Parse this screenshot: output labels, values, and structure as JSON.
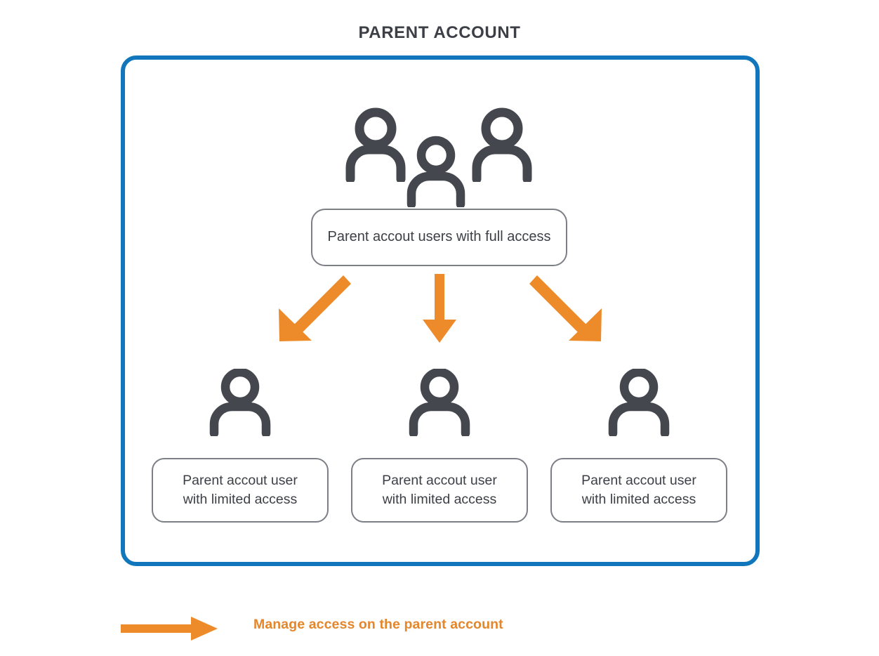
{
  "page": {
    "title": "PARENT ACCOUNT",
    "background": "#ffffff"
  },
  "colors": {
    "container_border": "#1176bb",
    "box_border": "#7c7f86",
    "text": "#3c3f45",
    "icon": "#44474e",
    "arrow": "#ed8b2b",
    "legend_text": "#e3862c"
  },
  "container": {
    "name": "parent-account-container",
    "top_group": {
      "icon_name": "three-users-icon",
      "icon_count": 3,
      "label": "Parent accout users with full access"
    },
    "arrows": [
      {
        "name": "arrow-left",
        "direction": "down-left"
      },
      {
        "name": "arrow-center",
        "direction": "down"
      },
      {
        "name": "arrow-right",
        "direction": "down-right"
      }
    ],
    "children": [
      {
        "icon_name": "user-icon",
        "label_line_1": "Parent accout user",
        "label_line_2": "with limited access"
      },
      {
        "icon_name": "user-icon",
        "label_line_1": "Parent accout user",
        "label_line_2": "with limited access"
      },
      {
        "icon_name": "user-icon",
        "label_line_1": "Parent accout user",
        "label_line_2": "with limited access"
      }
    ]
  },
  "legend": {
    "arrow_icon_name": "right-arrow-icon",
    "label": "Manage access on the parent account"
  }
}
